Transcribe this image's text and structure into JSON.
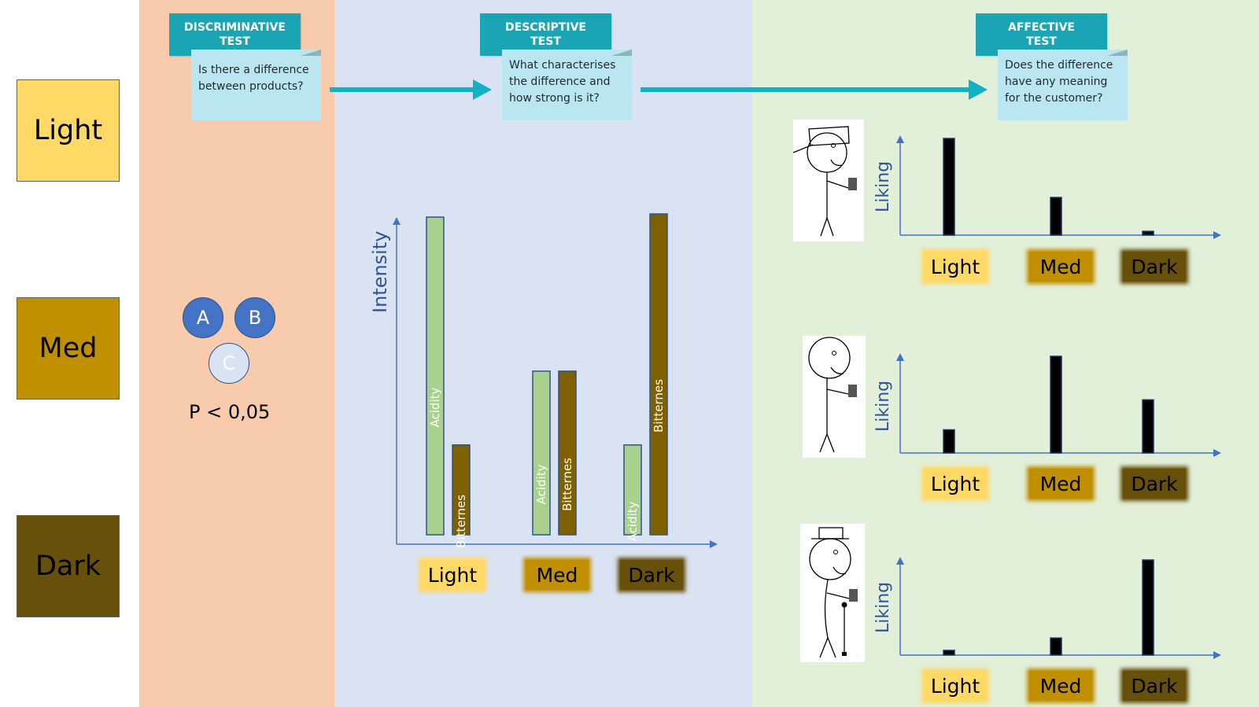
{
  "swatches": [
    {
      "label": "Light",
      "color": "#ffd966"
    },
    {
      "label": "Med",
      "color": "#c09000"
    },
    {
      "label": "Dark",
      "color": "#67500a"
    }
  ],
  "tests": {
    "discriminative": {
      "title_line1": "DISCRIMINATIVE",
      "title_line2": "TEST",
      "question_lines": [
        "Is there a difference",
        "between products?"
      ]
    },
    "descriptive": {
      "title_line1": "DESCRIPTIVE",
      "title_line2": "TEST",
      "question_lines": [
        "What characterises",
        "the difference and",
        "how strong is it?"
      ]
    },
    "affective": {
      "title_line1": "AFFECTIVE",
      "title_line2": "TEST",
      "question_lines": [
        "Does the difference",
        "have any meaning",
        "for the customer?"
      ]
    }
  },
  "triangle_test": {
    "samples": [
      "A",
      "B",
      "C"
    ],
    "p_value_text": "P < 0,05"
  },
  "colors": {
    "teal": "#1aa5b5",
    "acidity": "#a9d18e",
    "bitterness": "#7f6000",
    "axis": "#4472c4",
    "liking_bar": "#000000"
  },
  "chart_data": [
    {
      "type": "bar",
      "title": "Descriptive profile",
      "ylabel": "Intensity",
      "xlabel": "",
      "categories": [
        "Light",
        "Med",
        "Dark"
      ],
      "series": [
        {
          "name": "Acidity",
          "values": [
            9.9,
            5.1,
            2.8
          ]
        },
        {
          "name": "Bitternes",
          "values": [
            2.8,
            5.1,
            10.0
          ]
        }
      ],
      "ylim": [
        0,
        10
      ],
      "grid": false,
      "legend": "none (labels inside bars)"
    },
    {
      "type": "bar",
      "title": "Consumer 1 (cap)",
      "ylabel": "Liking",
      "categories": [
        "Light",
        "Med",
        "Dark"
      ],
      "values": [
        10.0,
        3.9,
        0.4
      ],
      "ylim": [
        0,
        10
      ],
      "grid": false
    },
    {
      "type": "bar",
      "title": "Consumer 2 (no hat)",
      "ylabel": "Liking",
      "categories": [
        "Light",
        "Med",
        "Dark"
      ],
      "values": [
        2.4,
        10.0,
        5.5
      ],
      "ylim": [
        0,
        10
      ],
      "grid": false
    },
    {
      "type": "bar",
      "title": "Consumer 3 (hat, cane)",
      "ylabel": "Liking",
      "categories": [
        "Light",
        "Med",
        "Dark"
      ],
      "values": [
        0.5,
        1.8,
        10.0
      ],
      "ylim": [
        0,
        10
      ],
      "grid": false
    }
  ]
}
